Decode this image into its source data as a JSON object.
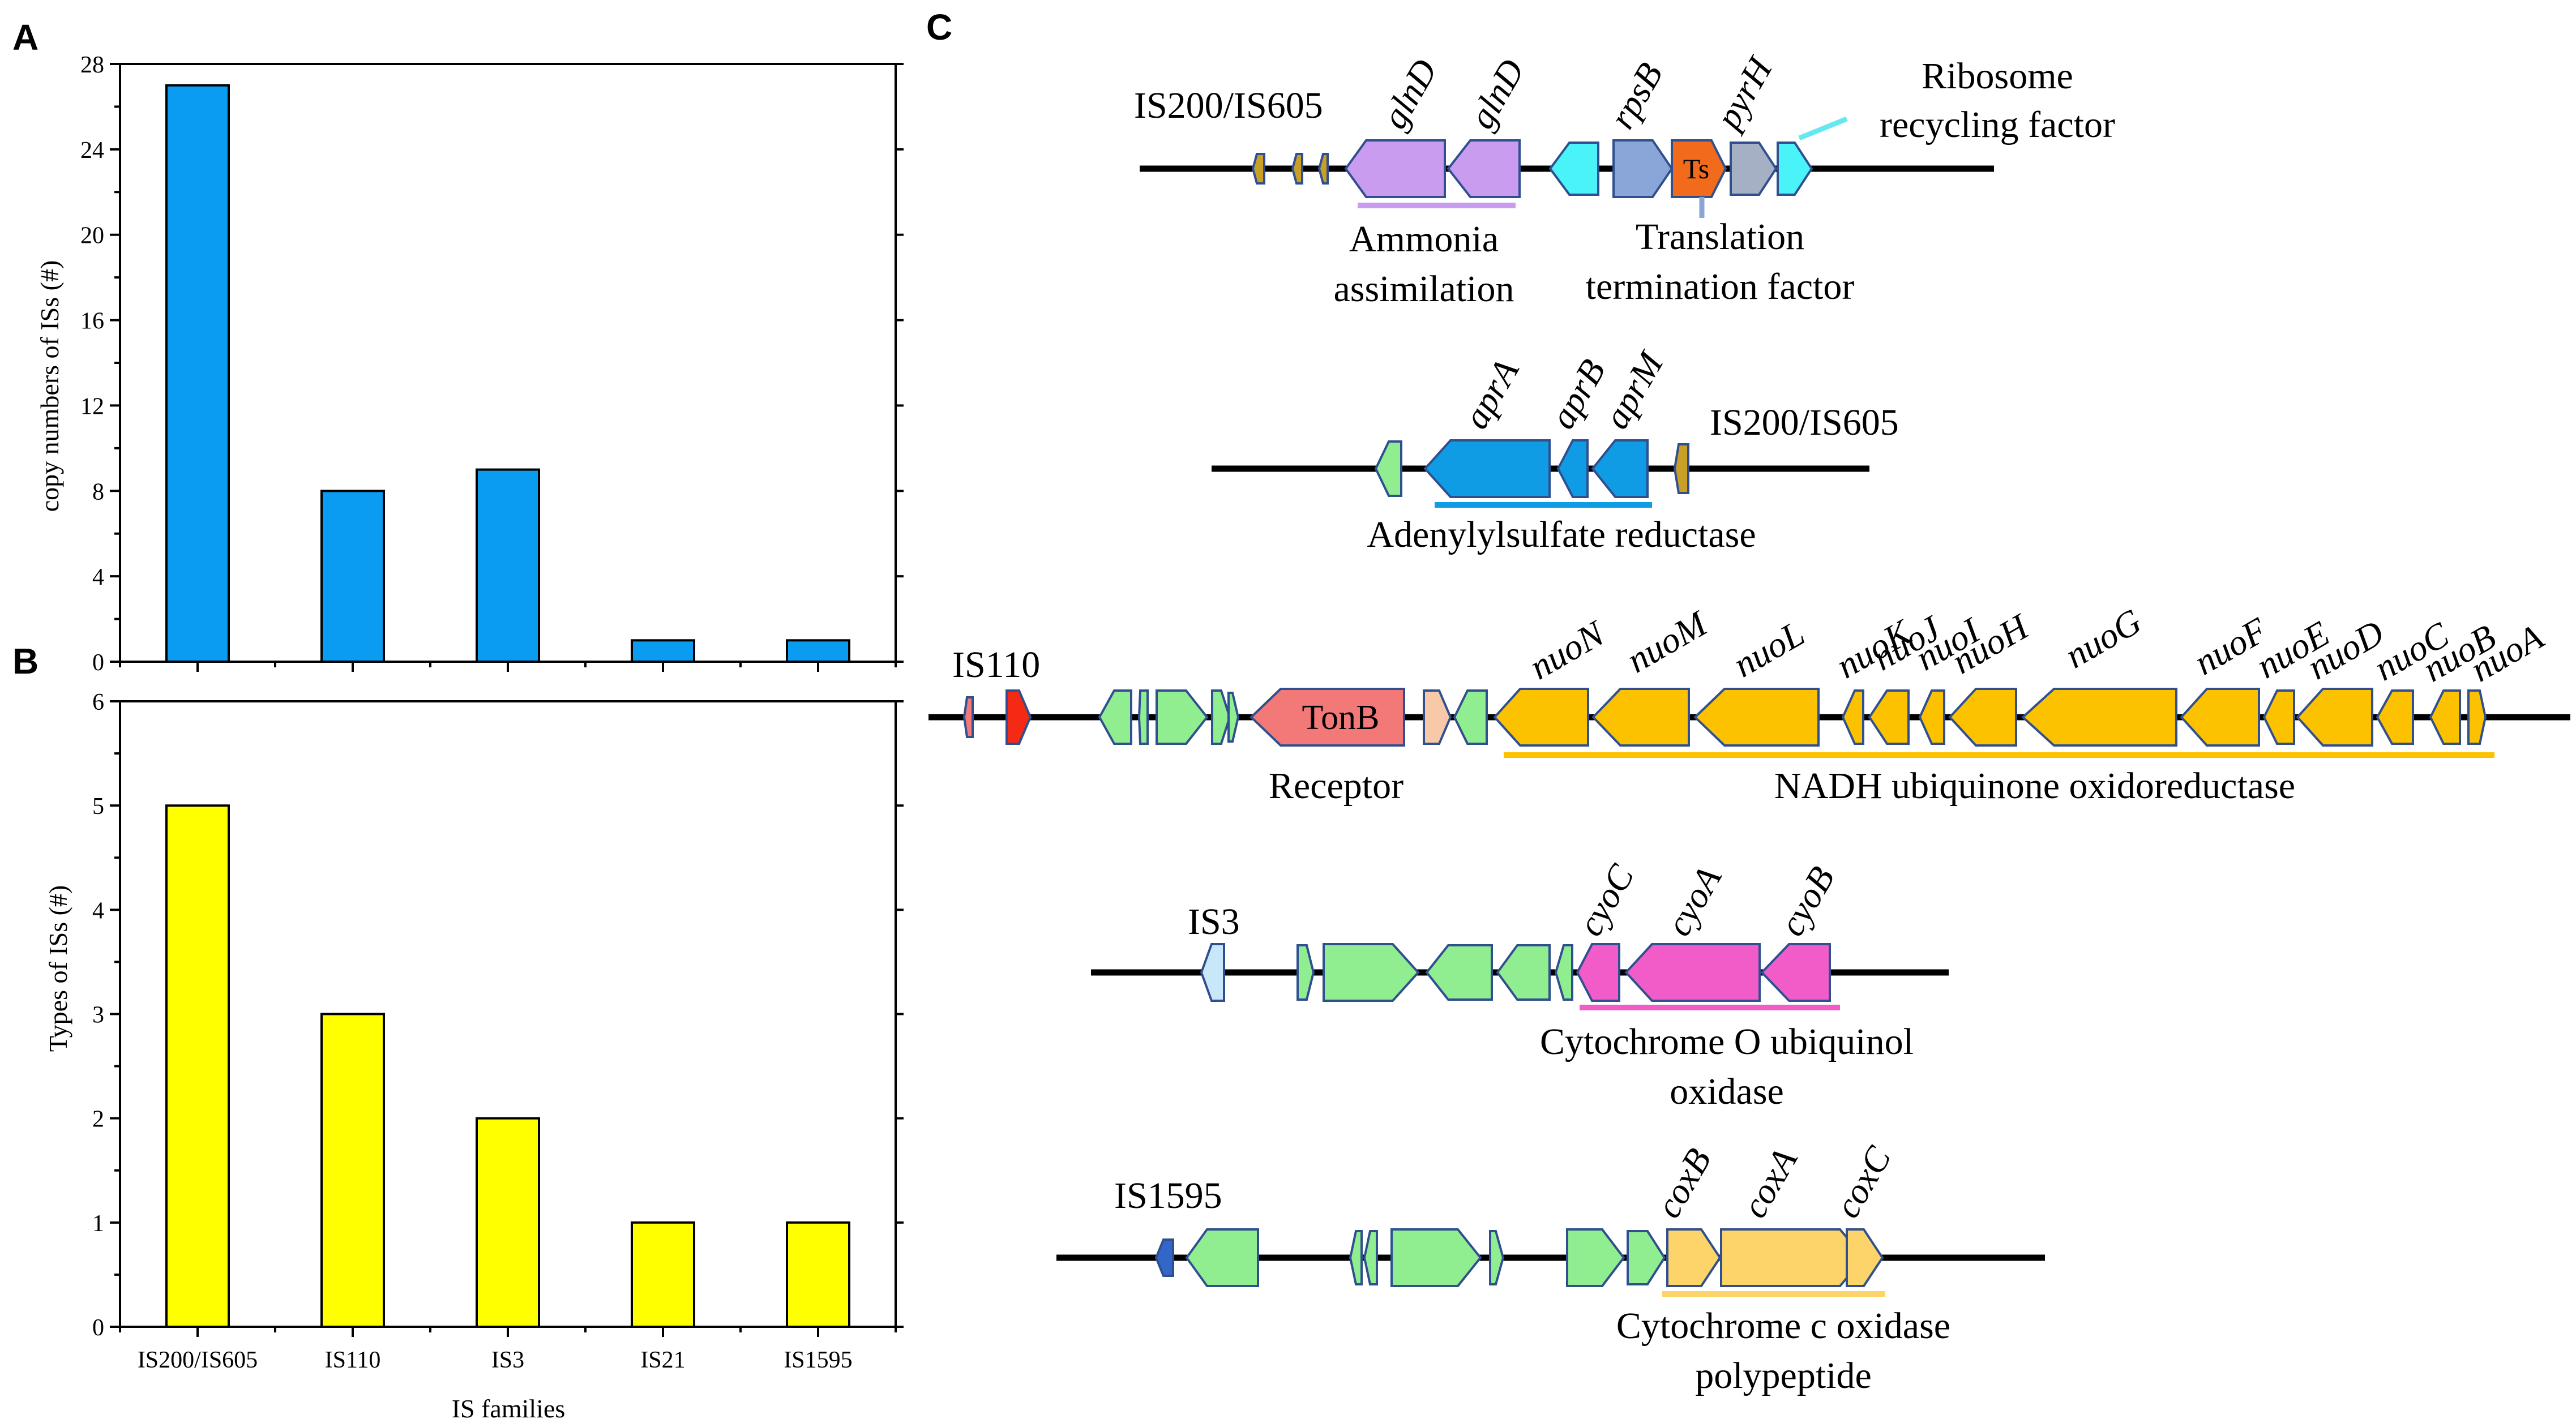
{
  "panels": {
    "a": "A",
    "b": "B",
    "c": "C"
  },
  "colors": {
    "bar_a": "#0a9cf0",
    "bar_b": "#ffff00",
    "bar_stroke": "#000000",
    "backbone": "#000000",
    "gene_stroke": "#2f4f8f"
  },
  "chart_data": [
    {
      "type": "bar",
      "panel": "A",
      "categories": [
        "IS200/IS605",
        "IS110",
        "IS3",
        "IS21",
        "IS1595"
      ],
      "values": [
        27,
        8,
        9,
        1,
        1
      ],
      "ylabel": "copy numbers of ISs (#)",
      "xlabel": "",
      "ylim": [
        0,
        28
      ],
      "yticks": [
        0,
        4,
        8,
        12,
        16,
        20,
        24,
        28
      ],
      "grid": false,
      "x_tick_labels_shown": false
    },
    {
      "type": "bar",
      "panel": "B",
      "categories": [
        "IS200/IS605",
        "IS110",
        "IS3",
        "IS21",
        "IS1595"
      ],
      "values": [
        5,
        3,
        2,
        1,
        1
      ],
      "ylabel": "Types of ISs (#)",
      "xlabel": "IS families",
      "ylim": [
        0,
        6
      ],
      "yticks": [
        0,
        1,
        2,
        3,
        4,
        5,
        6
      ],
      "grid": false,
      "x_tick_labels_shown": true
    }
  ],
  "clusters": [
    {
      "is_label": "IS200/IS605",
      "genes": [
        {
          "name": "glnD",
          "color": "#c99cf0"
        },
        {
          "name": "glnD",
          "color": "#c99cf0"
        },
        {
          "name": "rpsB",
          "color": "#8aa5d8"
        },
        {
          "name": "Ts",
          "color": "#f26b1d"
        },
        {
          "name": "pyrH",
          "color": "#a6b0c4"
        }
      ],
      "functions": [
        {
          "lines": [
            "Ammonia",
            "assimilation"
          ],
          "color": "#c99cf0"
        },
        {
          "lines": [
            "Translation",
            "termination factor"
          ],
          "color": "#8aa5d8"
        },
        {
          "lines": [
            "Ribosome",
            "recycling factor"
          ],
          "color": "#66e8f0"
        }
      ]
    },
    {
      "is_label": "IS200/IS605",
      "genes": [
        {
          "name": "aprA",
          "color": "#109be5"
        },
        {
          "name": "aprB",
          "color": "#109be5"
        },
        {
          "name": "aprM",
          "color": "#109be5"
        }
      ],
      "functions": [
        {
          "lines": [
            "Adenylylsulfate reductase"
          ],
          "color": "#109be5"
        }
      ]
    },
    {
      "is_label": "IS110",
      "genes": [
        {
          "name": "TonB",
          "color": "#f37878"
        },
        {
          "name": "nuoN",
          "color": "#fcc200"
        },
        {
          "name": "nuoM",
          "color": "#fcc200"
        },
        {
          "name": "nuoL",
          "color": "#fcc200"
        },
        {
          "name": "nuoK",
          "color": "#fcc200"
        },
        {
          "name": "nuoJ",
          "color": "#fcc200"
        },
        {
          "name": "nuoI",
          "color": "#fcc200"
        },
        {
          "name": "nuoH",
          "color": "#fcc200"
        },
        {
          "name": "nuoG",
          "color": "#fcc200"
        },
        {
          "name": "nuoF",
          "color": "#fcc200"
        },
        {
          "name": "nuoE",
          "color": "#fcc200"
        },
        {
          "name": "nuoD",
          "color": "#fcc200"
        },
        {
          "name": "nuoC",
          "color": "#fcc200"
        },
        {
          "name": "nuoB",
          "color": "#fcc200"
        },
        {
          "name": "nuoA",
          "color": "#fcc200"
        }
      ],
      "functions": [
        {
          "lines": [
            "Receptor"
          ],
          "color": "#f37878"
        },
        {
          "lines": [
            "NADH ubiquinone oxidoreductase"
          ],
          "color": "#fcc200"
        }
      ]
    },
    {
      "is_label": "IS3",
      "genes": [
        {
          "name": "cyoC",
          "color": "#f25cc8"
        },
        {
          "name": "cyoA",
          "color": "#f25cc8"
        },
        {
          "name": "cyoB",
          "color": "#f25cc8"
        }
      ],
      "functions": [
        {
          "lines": [
            "Cytochrome O ubiquinol",
            "oxidase"
          ],
          "color": "#f25cc8"
        }
      ]
    },
    {
      "is_label": "IS1595",
      "genes": [
        {
          "name": "coxB",
          "color": "#fdd469"
        },
        {
          "name": "coxA",
          "color": "#fdd469"
        },
        {
          "name": "coxC",
          "color": "#fdd469"
        }
      ],
      "functions": [
        {
          "lines": [
            "Cytochrome c oxidase",
            "polypeptide"
          ],
          "color": "#fdd469"
        }
      ]
    }
  ]
}
